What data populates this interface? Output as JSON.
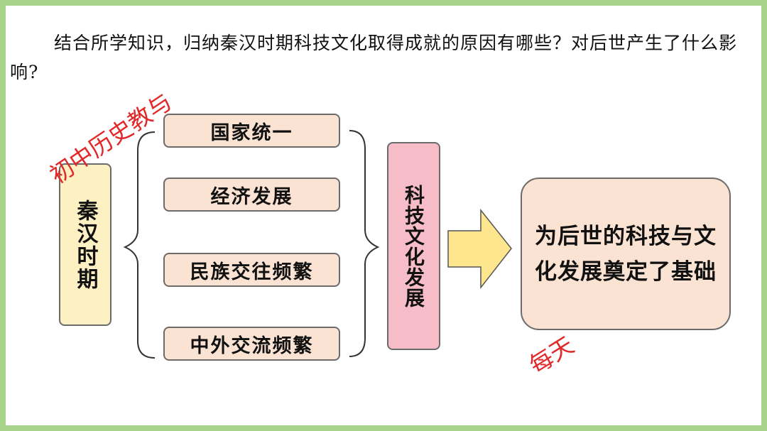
{
  "question": "结合所学知识，归纳秦汉时期科技文化取得成就的原因有哪些？对后世产生了什么影响?",
  "diagram": {
    "era": "秦汉时期",
    "factors": [
      "国家统一",
      "经济发展",
      "民族交往频繁",
      "中外交流频繁"
    ],
    "result": "科技文化发展",
    "impact": "为后世的科技与文化发展奠定了基础"
  },
  "watermarks": [
    "初中历史教与",
    "每天"
  ],
  "colors": {
    "background_frame": "#a8d48a",
    "era_fill": "#fdf0c2",
    "factor_fill": "#fbe3d3",
    "result_fill": "#f6bcc8",
    "arrow_fill": "#fde68e",
    "watermark": "#e02a2a"
  }
}
